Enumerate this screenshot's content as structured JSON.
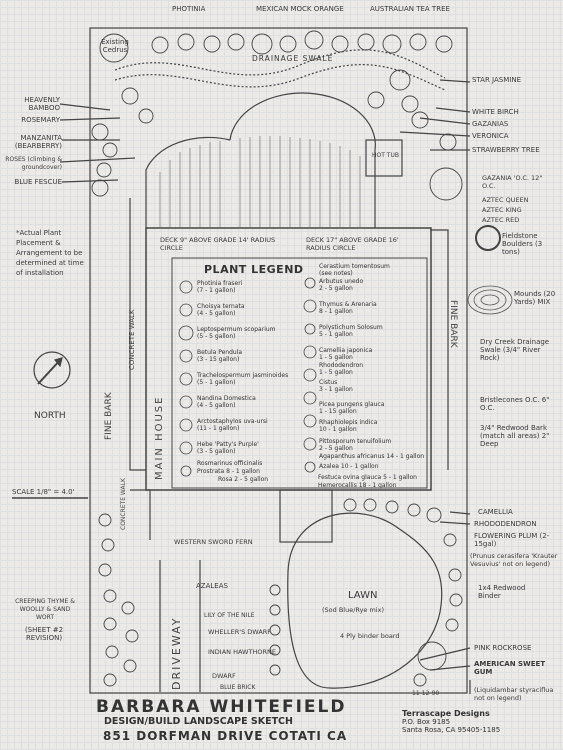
{
  "top_labels": {
    "photinia": "PHOTINIA",
    "mexican_mock_orange": "MEXICAN MOCK ORANGE",
    "australian_tea_tree": "AUSTRALIAN TEA TREE",
    "existing_cedrus": "Existing Cedrus",
    "drainage_swale": "DRAINAGE SWALE",
    "hot_tub": "HOT TUB"
  },
  "left_labels": {
    "heavenly_bamboo": "HEAVENLY BAMBOO",
    "rosemary": "ROSEMARY",
    "manzanita": "MANZANITA (BEARBERRY)",
    "roses": "ROSES (climbing & groundcover)",
    "blue_fescue": "BLUE FESCUE",
    "placement_note": "*Actual Plant Placement & Arrangement to be determined at time of installation",
    "north": "NORTH",
    "scale": "SCALE 1/8\" = 4.0'",
    "creeping_thyme": "CREEPING THYME & WOOLLY & SAND WORT",
    "sheet_revision": "(SHEET #2 REVISION)"
  },
  "right_labels": {
    "star_jasmine": "STAR JASMINE",
    "white_birch": "WHITE BIRCH",
    "gazanias": "GAZANIAS",
    "veronica": "VERONICA",
    "strawberry_tree": "STRAWBERRY TREE",
    "gazania_note": "GAZANIA 'O.C. 12\" O.C.",
    "aztec_queen": "AZTEC QUEEN",
    "aztec_king": "AZTEC KING",
    "aztec_red": "AZTEC RED",
    "fieldstone": "Fieldstone Boulders (3 tons)",
    "mounds": "Mounds (20 Yards) MIX",
    "dry_creek": "Dry Creek Drainage Swale (3/4\" River Rock)",
    "bristlecone": "Bristlecones O.C. 6\" O.C.",
    "redwood_bark": "3/4\" Redwood Bark (match all areas) 2\" Deep",
    "camellia": "CAMELLIA",
    "rhododendron": "RHODODENDRON",
    "flowering_plum": "FLOWERING PLUM (2-15gal)",
    "plum_note": "(Prunus cerasifera 'Krauter Vesuvius' not on legend)",
    "redwood_binder": "1x4 Redwood Binder",
    "pink_rockrose": "PINK ROCKROSE",
    "american_sweet_gum": "AMERICAN SWEET GUM",
    "gum_note": "(Liquidambar styraciflua not on legend)"
  },
  "plan_labels": {
    "deck_left": "DECK 9\" ABOVE GRADE 14' RADIUS CIRCLE",
    "deck_right": "DECK 17\" ABOVE GRADE 16' RADIUS CIRCLE",
    "concrete_walk": "CONCRETE WALK",
    "fine_bark_left": "FINE BARK",
    "fine_bark_right": "FINE BARK",
    "main_house": "MAIN HOUSE",
    "concrete_walk_lower": "CONCRETE WALK",
    "western_sword_fern": "WESTERN SWORD FERN",
    "azaleas": "AZALEAS",
    "lily_of_the_nile": "LILY OF THE NILE",
    "wheelers_dwarf": "WHELLER'S DWARF",
    "indian_hawthorne": "INDIAN HAWTHORNE",
    "dwarf": "DWARF",
    "blue_brick": "BLUE BRICK",
    "driveway": "DRIVEWAY",
    "lawn": "LAWN",
    "lawn_mix": "(Sod Blue/Rye mix)",
    "ply_binder": "4 Ply binder board",
    "date": "11-12-90"
  },
  "legend": {
    "title": "PLANT LEGEND",
    "left": [
      {
        "name": "Photinia fraseri",
        "qty": "(7 - 1 gallon)"
      },
      {
        "name": "Choisya ternata",
        "qty": "(4 - 5 gallon)"
      },
      {
        "name": "Leptospermum scoparium",
        "qty": "(5 - 5 gallon)"
      },
      {
        "name": "Betula Pendula",
        "qty": "(3 - 15 gallon)"
      },
      {
        "name": "Trachelospermum jasminoides",
        "qty": "(5 - 1 gallon)"
      },
      {
        "name": "Nandina Domestica",
        "qty": "(4 - 5 gallon)"
      },
      {
        "name": "Arctostaphylos uva-ursi",
        "qty": "(11 - 1 gallon)"
      },
      {
        "name": "Hebe 'Patty's Purple'",
        "qty": "(3 - 5 gallon)"
      },
      {
        "name": "Rosmarinus officinalis",
        "qty": ""
      },
      {
        "name": "Prostrata",
        "qty": "8 - 1 gallon"
      },
      {
        "name": "Rosa",
        "qty": "2 - 5 gallon"
      },
      {
        "name": "Festuca ovina glauca",
        "qty": "5 - 1 gallon"
      },
      {
        "name": "Hemerocallis",
        "qty": "18 - 1 gallon"
      }
    ],
    "right": [
      {
        "name": "Cerastium tomentosum",
        "qty": "(see notes)"
      },
      {
        "name": "Arbutus unedo",
        "qty": "2 - 5 gallon"
      },
      {
        "name": "Thymus & Arenaria",
        "qty": "8 - 1 gallon"
      },
      {
        "name": "Polystichum Solosum",
        "qty": "5 - 1 gallon"
      },
      {
        "name": "Camellia japonica",
        "qty": "1 - 5 gallon"
      },
      {
        "name": "Rhododendron",
        "qty": "1 - 5 gallon"
      },
      {
        "name": "Cistus",
        "qty": "3 - 1 gallon"
      },
      {
        "name": "Picea pungens glauca",
        "qty": "1 - 15 gallon"
      },
      {
        "name": "Rhaphiolepis indica",
        "qty": "10 - 1 gallon"
      },
      {
        "name": "Pittosporum tenuifolium",
        "qty": "2 - 5 gallon"
      },
      {
        "name": "Agapanthus africanus",
        "qty": "14 - 1 gallon"
      },
      {
        "name": "Azalea",
        "qty": "10 - 1 gallon"
      }
    ]
  },
  "titleblock": {
    "name": "BARBARA WHITEFIELD",
    "subtitle": "DESIGN/BUILD LANDSCAPE SKETCH",
    "address": "851 DORFMAN DRIVE COTATI CA",
    "firm": "Terrascape Designs",
    "po": "P.O. Box 9185",
    "city": "Santa Rosa, CA 95405-1185"
  },
  "colors": {
    "ink": "#333333",
    "paper": "#eceae6",
    "grid": "#d4d7dc"
  }
}
